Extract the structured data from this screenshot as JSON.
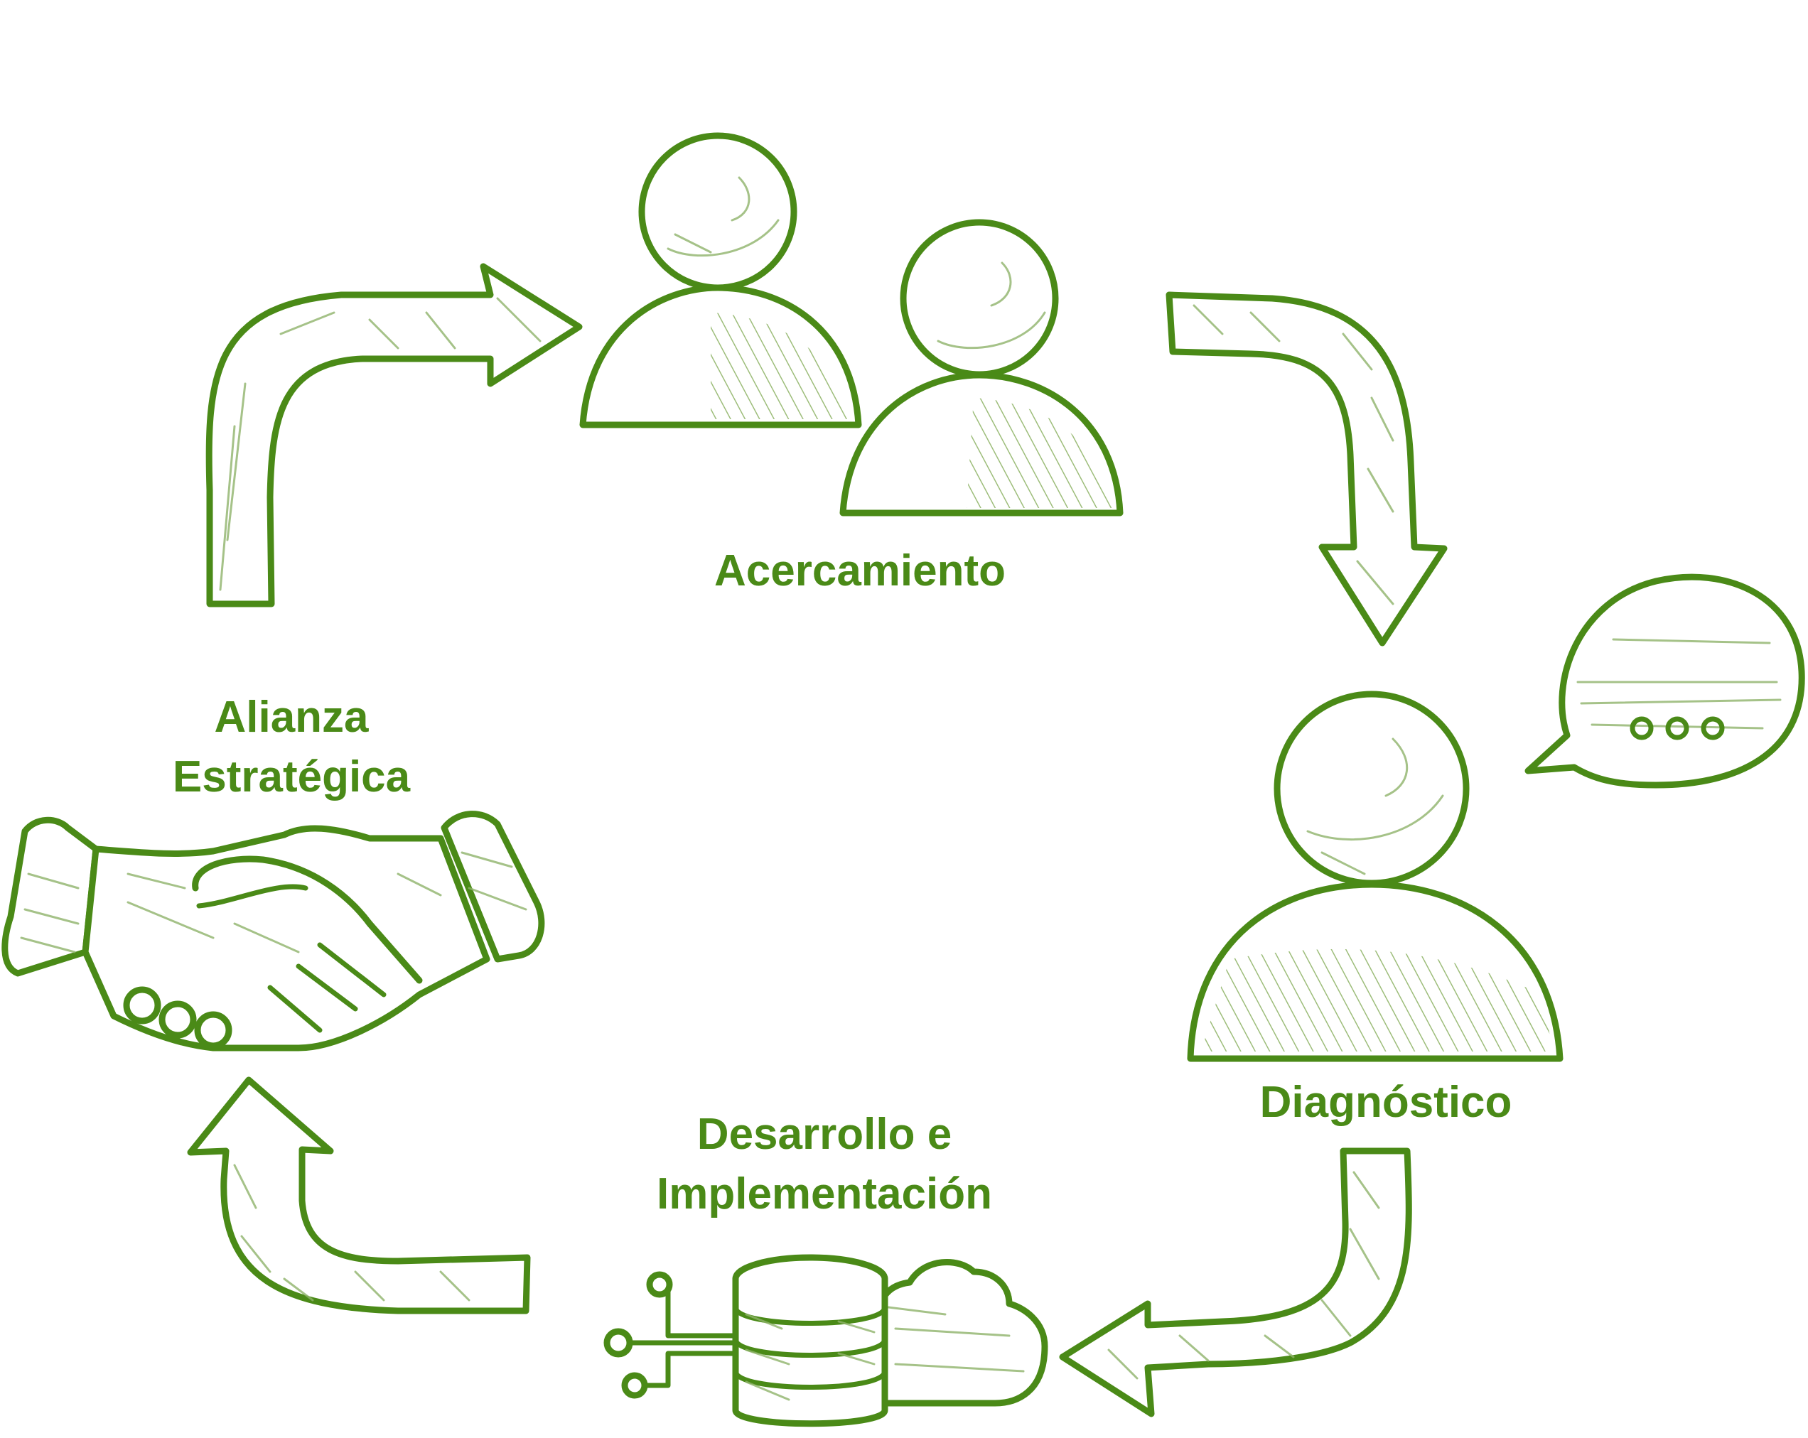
{
  "colors": {
    "ink": "#4a8a17",
    "hatch": "#8fb36a",
    "background": "#ffffff"
  },
  "steps": {
    "acercamiento": {
      "line1": "Acercamiento",
      "icon": "two-people-icon"
    },
    "diagnostico": {
      "line1": "Diagnóstico",
      "icon": "person-speech-bubble-icon"
    },
    "desarrollo": {
      "line1": "Desarrollo e",
      "line2": "Implementación",
      "icon": "database-cloud-icon"
    },
    "alianza": {
      "line1": "Alianza",
      "line2": "Estratégica",
      "icon": "handshake-icon"
    }
  }
}
